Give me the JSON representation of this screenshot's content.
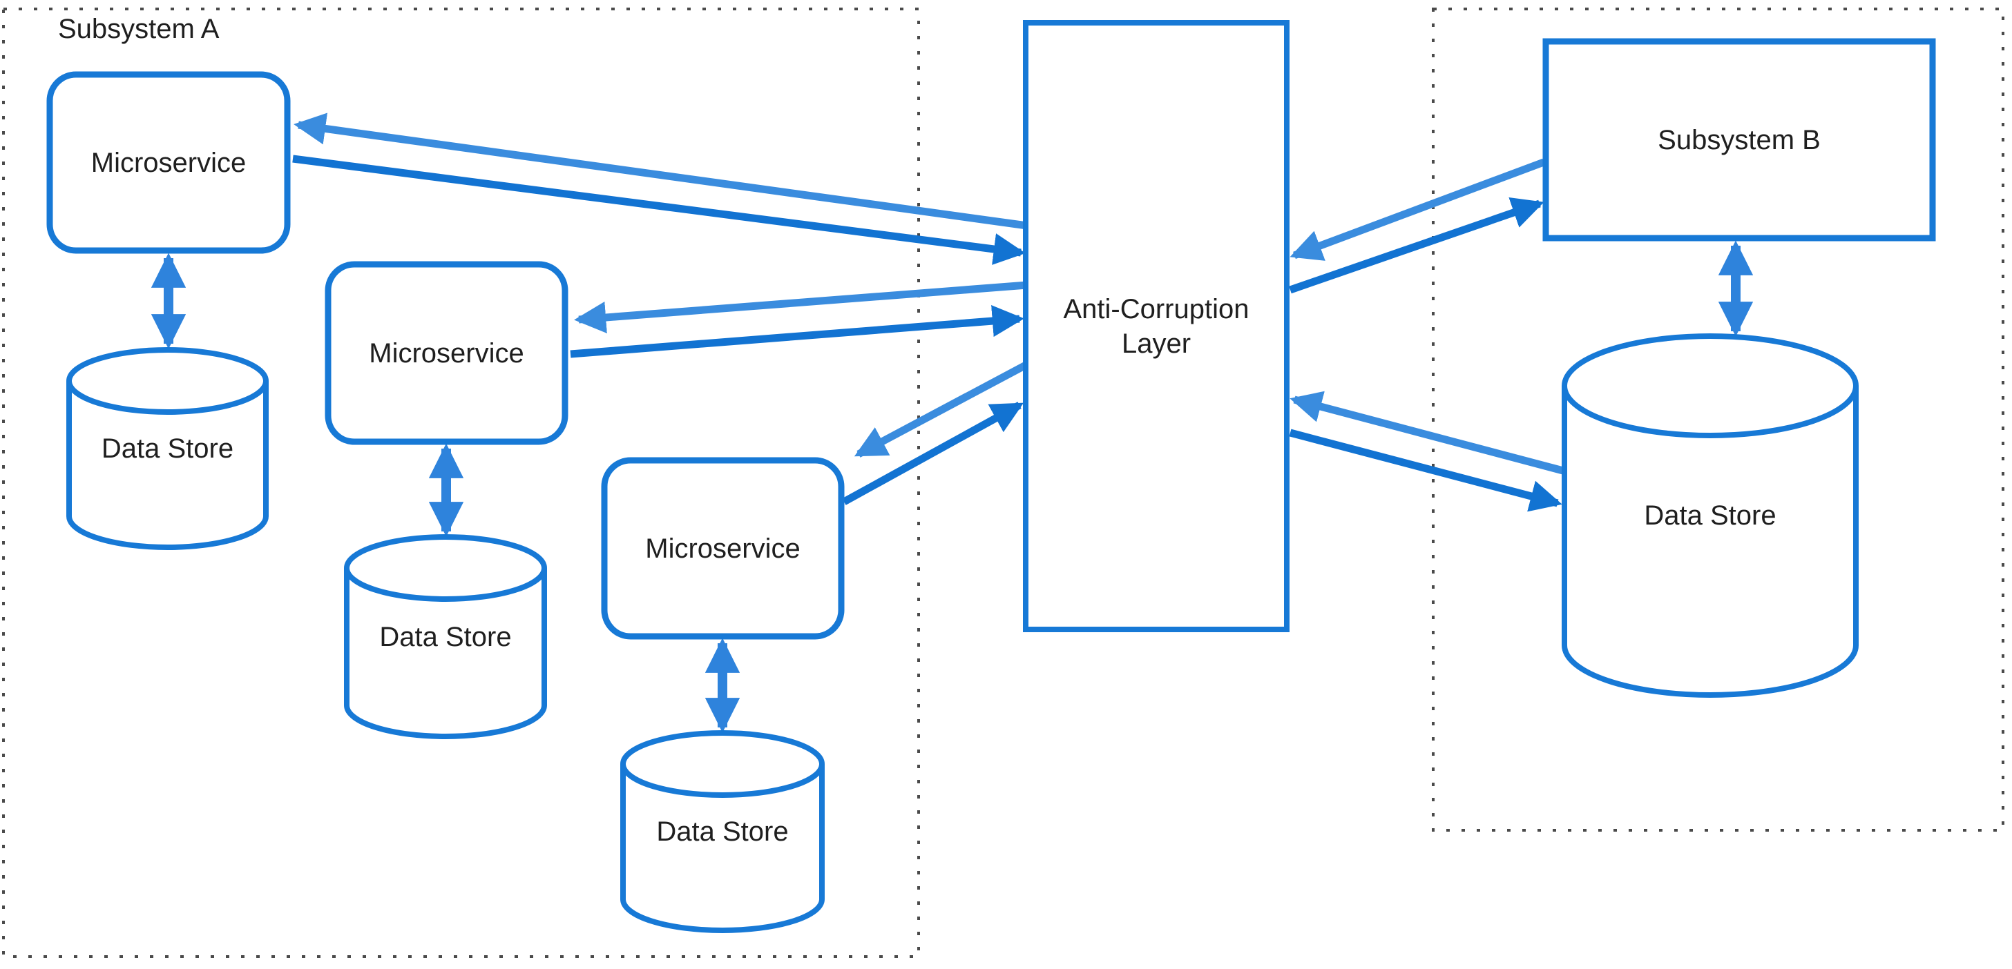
{
  "diagram": {
    "background": "#FFFFFF",
    "containers": {
      "subsystem_a": {
        "label": "Subsystem A"
      },
      "subsystem_b_region": {
        "label": ""
      }
    },
    "nodes": {
      "microservice_1": {
        "label": "Microservice",
        "shape": "rounded-rectangle"
      },
      "data_store_1": {
        "label": "Data Store",
        "shape": "cylinder"
      },
      "microservice_2": {
        "label": "Microservice",
        "shape": "rounded-rectangle"
      },
      "data_store_2": {
        "label": "Data Store",
        "shape": "cylinder"
      },
      "microservice_3": {
        "label": "Microservice",
        "shape": "rounded-rectangle"
      },
      "data_store_3": {
        "label": "Data Store",
        "shape": "cylinder"
      },
      "anti_corruption_layer": {
        "label": "Anti-Corruption Layer",
        "shape": "rectangle"
      },
      "subsystem_b": {
        "label": "Subsystem B",
        "shape": "rectangle"
      },
      "data_store_b": {
        "label": "Data Store",
        "shape": "cylinder"
      }
    },
    "edges": [
      {
        "from": "anti_corruption_layer",
        "to": "microservice_1",
        "style": "light",
        "arrow": "single"
      },
      {
        "from": "microservice_1",
        "to": "anti_corruption_layer",
        "style": "dark",
        "arrow": "single"
      },
      {
        "from": "anti_corruption_layer",
        "to": "microservice_2",
        "style": "light",
        "arrow": "single"
      },
      {
        "from": "microservice_2",
        "to": "anti_corruption_layer",
        "style": "dark",
        "arrow": "single"
      },
      {
        "from": "anti_corruption_layer",
        "to": "microservice_3",
        "style": "light",
        "arrow": "single"
      },
      {
        "from": "microservice_3",
        "to": "anti_corruption_layer",
        "style": "dark",
        "arrow": "single"
      },
      {
        "from": "subsystem_b",
        "to": "anti_corruption_layer",
        "style": "light",
        "arrow": "single"
      },
      {
        "from": "anti_corruption_layer",
        "to": "subsystem_b",
        "style": "dark",
        "arrow": "single"
      },
      {
        "from": "data_store_b",
        "to": "anti_corruption_layer",
        "style": "light",
        "arrow": "single"
      },
      {
        "from": "anti_corruption_layer",
        "to": "data_store_b",
        "style": "dark",
        "arrow": "single"
      },
      {
        "from": "microservice_1",
        "to": "data_store_1",
        "style": "mid",
        "arrow": "double"
      },
      {
        "from": "microservice_2",
        "to": "data_store_2",
        "style": "mid",
        "arrow": "double"
      },
      {
        "from": "microservice_3",
        "to": "data_store_3",
        "style": "mid",
        "arrow": "double"
      },
      {
        "from": "subsystem_b",
        "to": "data_store_b",
        "style": "mid",
        "arrow": "double"
      }
    ],
    "colors": {
      "node_border": "#1779D6",
      "arrow_light": "#3A8CDE",
      "arrow_dark": "#1273D2",
      "arrow_mid": "#2E83DC",
      "container_dots": "#4A4A4A",
      "text": "#1F1F1F",
      "node_fill": "#FFFFFF"
    }
  }
}
